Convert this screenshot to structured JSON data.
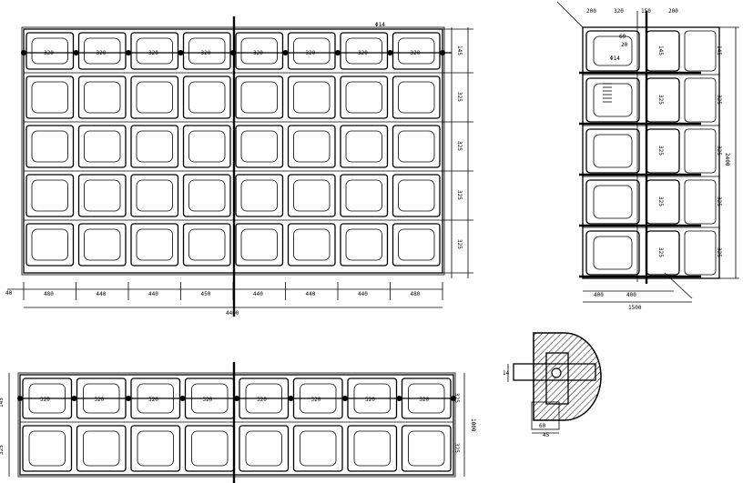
{
  "drawing": {
    "plan": {
      "columns": 8,
      "rows": 5,
      "top_width_labels": [
        "320",
        "320",
        "320",
        "320",
        "320",
        "320",
        "320",
        "320"
      ],
      "bottom_width_labels": [
        "480",
        "440",
        "440",
        "450",
        "440",
        "440",
        "440",
        "480"
      ],
      "right_height_labels": [
        "145",
        "325",
        "325",
        "325",
        "325"
      ],
      "overall_label": "4400",
      "left_label": "40",
      "corner_label": "Φ14"
    },
    "side_view": {
      "top_labels": [
        "200",
        "320",
        "150",
        "200"
      ],
      "overall_height_label": "2400",
      "bottom_label": "1500",
      "bottom_small_labels": [
        "400",
        "400"
      ],
      "detail_labels": [
        "Φ14",
        "60",
        "20"
      ],
      "right_labels": [
        "145",
        "325",
        "325",
        "325",
        "325"
      ]
    },
    "elevation": {
      "columns": 8,
      "rows": 2,
      "width_labels": [
        "320",
        "320",
        "320",
        "320",
        "320",
        "320",
        "320",
        "320"
      ],
      "right_labels": [
        "325",
        "325"
      ],
      "overall_height_label": "1000",
      "left_labels": [
        "145",
        "325"
      ]
    },
    "detail": {
      "labels": [
        "14",
        "60",
        "45"
      ]
    }
  }
}
